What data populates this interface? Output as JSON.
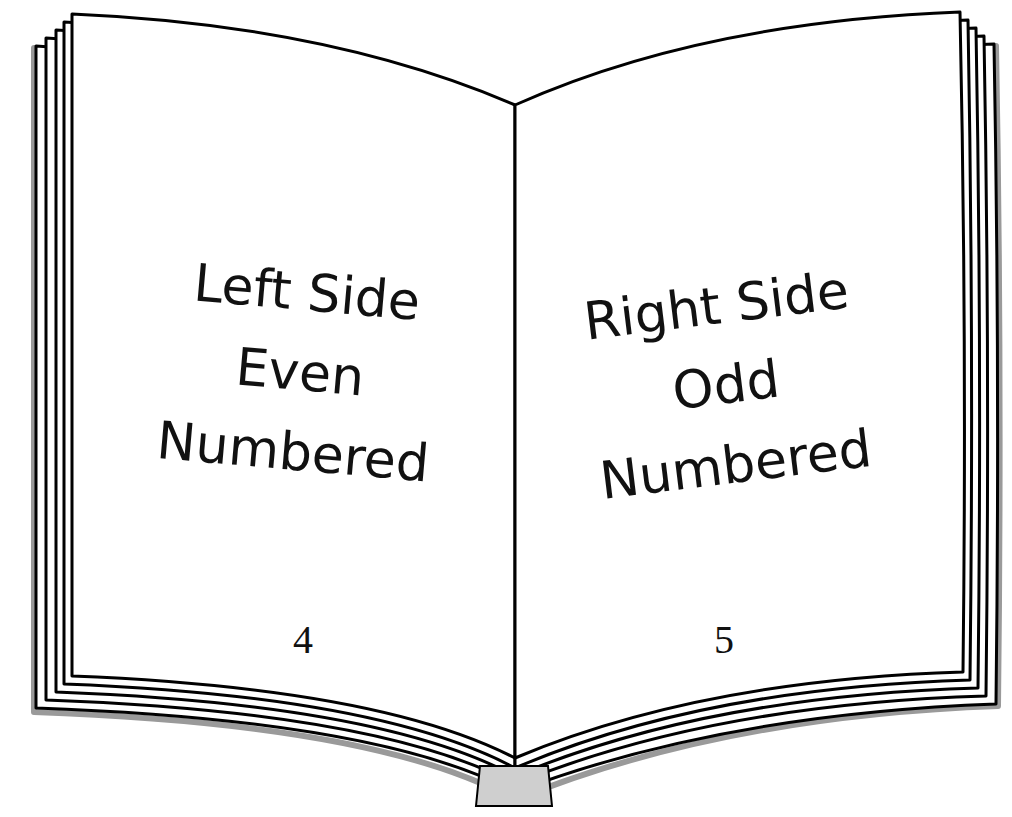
{
  "diagram": {
    "nodes": [
      {
        "text": [
          "Left Side Even Numbered",
          "4"
        ]
      },
      {
        "text": [
          "Right Side Odd Numbered",
          "5"
        ]
      }
    ]
  }
}
